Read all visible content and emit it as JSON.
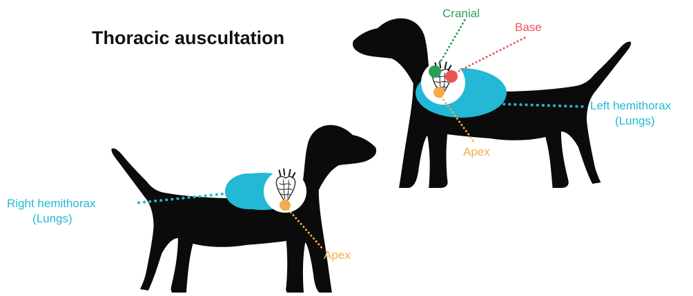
{
  "title": "Thoracic auscultation",
  "colors": {
    "silhouette": "#0b0b0b",
    "lung": "#22b8d6",
    "cranial": "#2e9e56",
    "base": "#ec5454",
    "apex": "#f5ab4c",
    "heart_circle": "#ffffff"
  },
  "left_dog": {
    "labels": {
      "cranial": "Cranial",
      "base": "Base",
      "apex": "Apex",
      "hemithorax_line1": "Left hemithorax",
      "hemithorax_line2": "(Lungs)"
    }
  },
  "right_dog": {
    "labels": {
      "hemithorax_line1": "Right hemithorax",
      "hemithorax_line2": "(Lungs)",
      "apex": "Apex"
    }
  },
  "icons": [
    "dog-silhouette-icon",
    "heart-illustration-icon"
  ]
}
